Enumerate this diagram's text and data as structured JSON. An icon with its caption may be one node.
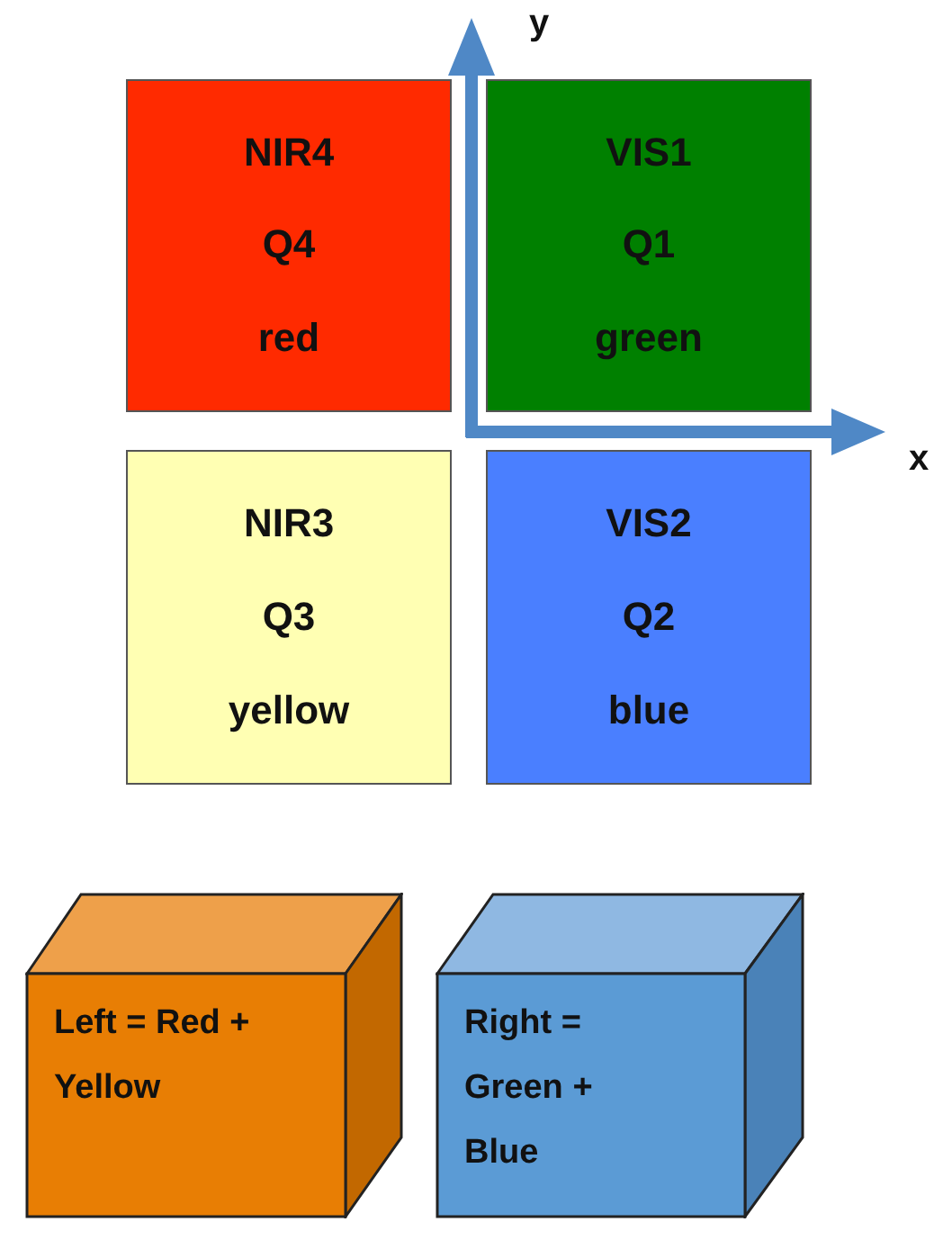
{
  "diagram": {
    "nodes": [
      {
        "text": [
          "NIR4",
          "Q4",
          "red"
        ]
      },
      {
        "text": [
          "VIS1",
          "Q1",
          "green"
        ]
      },
      {
        "text": [
          "NIR3",
          "Q3",
          "yellow"
        ]
      },
      {
        "text": [
          "VIS2",
          "Q2",
          "blue"
        ]
      },
      {
        "text": [
          "Left = Red + Yellow"
        ]
      },
      {
        "text": [
          "Right = Green + Blue"
        ]
      }
    ],
    "edges": [],
    "labels": [
      "y",
      "x"
    ]
  }
}
